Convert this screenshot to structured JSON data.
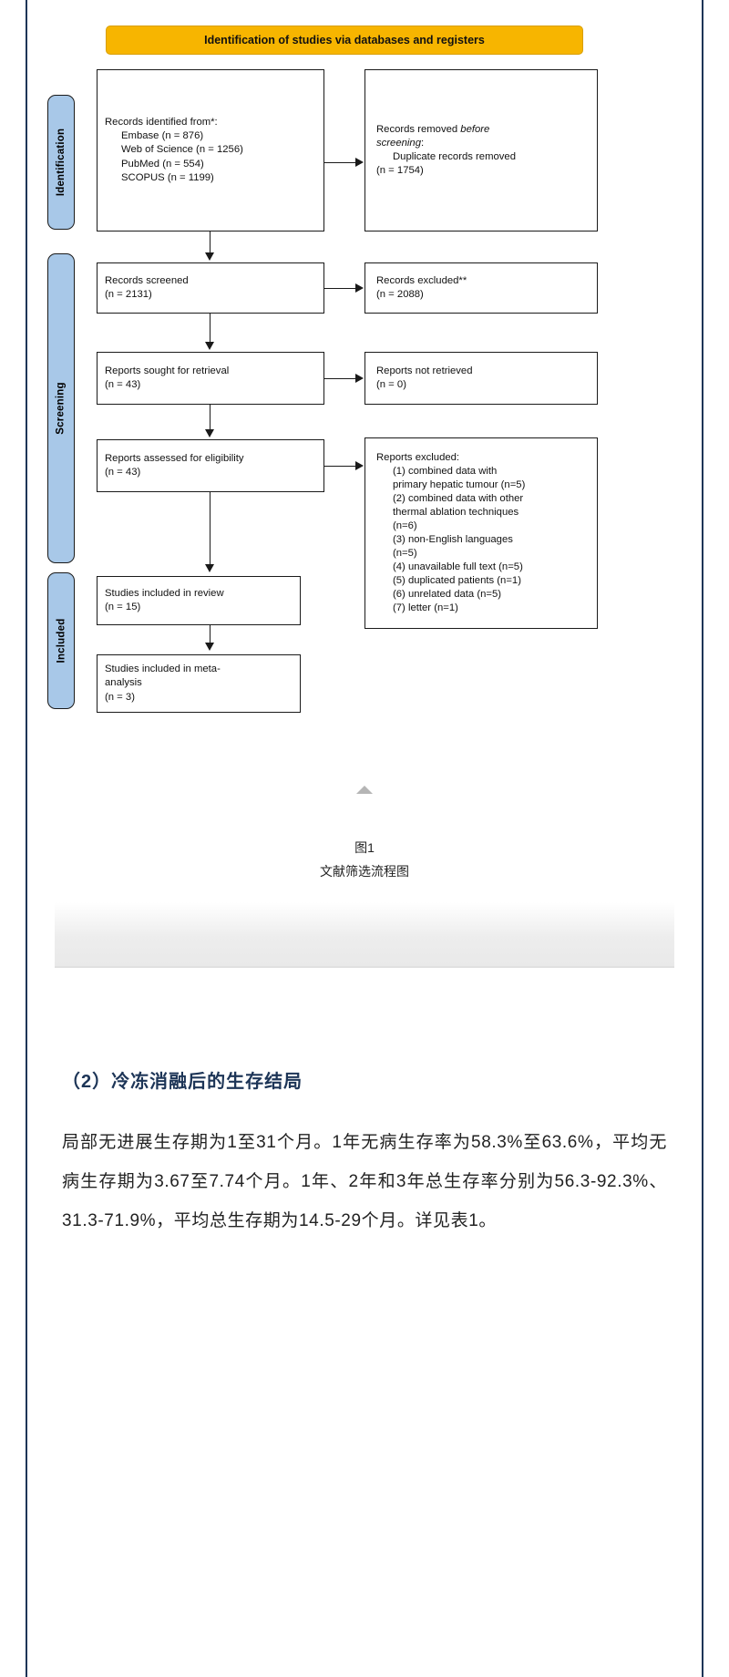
{
  "figure": {
    "banner_title": "Identification of studies via databases and registers",
    "phases": [
      {
        "id": "identification",
        "label": "Identification"
      },
      {
        "id": "screening",
        "label": "Screening"
      },
      {
        "id": "included",
        "label": "Included"
      }
    ],
    "boxes": {
      "identified": {
        "title": "Records identified from*:",
        "lines": [
          "Embase (n = 876)",
          "Web of Science (n = 1256)",
          "PubMed (n = 554)",
          "SCOPUS (n = 1199)"
        ]
      },
      "removed": {
        "title_a": "Records removed ",
        "title_b": "before",
        "title_c": "screening",
        "title_d": ":",
        "lines": [
          "Duplicate records removed",
          "(n = 1754)"
        ]
      },
      "screened": {
        "title": "Records screened",
        "count": "(n = 2131)"
      },
      "excluded": {
        "title": "Records excluded**",
        "count": "(n = 2088)"
      },
      "sought": {
        "title": "Reports sought for retrieval",
        "count": "(n = 43)"
      },
      "not_retrieved": {
        "title": "Reports not retrieved",
        "count": "(n = 0)"
      },
      "assessed": {
        "title": "Reports assessed for eligibility",
        "count": "(n = 43)"
      },
      "reports_excluded": {
        "title": "Reports excluded:",
        "reasons": [
          "(1) combined data with",
          "primary hepatic tumour (n=5)",
          "(2) combined data with other",
          "thermal ablation techniques",
          "(n=6)",
          "(3) non-English languages",
          "(n=5)",
          "(4) unavailable full text (n=5)",
          "(5) duplicated patients (n=1)",
          "(6) unrelated data (n=5)",
          "(7) letter (n=1)"
        ]
      },
      "in_review": {
        "title": "Studies included in review",
        "count": "(n = 15)"
      },
      "meta_analysis": {
        "title": "Studies included in meta-",
        "title2": "analysis",
        "count": "(n = 3)"
      }
    },
    "caption": {
      "number": "图1",
      "text": "文献筛选流程图"
    }
  },
  "article": {
    "section_heading": "（2）冷冻消融后的生存结局",
    "paragraph": "局部无进展生存期为1至31个月。1年无病生存率为58.3%至63.6%，平均无病生存期为3.67至7.74个月。1年、2年和3年总生存率分别为56.3-92.3%、31.3-71.9%，平均总生存期为14.5-29个月。详见表1。"
  },
  "colors": {
    "banner": "#f7b500",
    "phase_rail": "#a8c8e8",
    "heading": "#1d3557",
    "page_rule": "#1d3557"
  }
}
